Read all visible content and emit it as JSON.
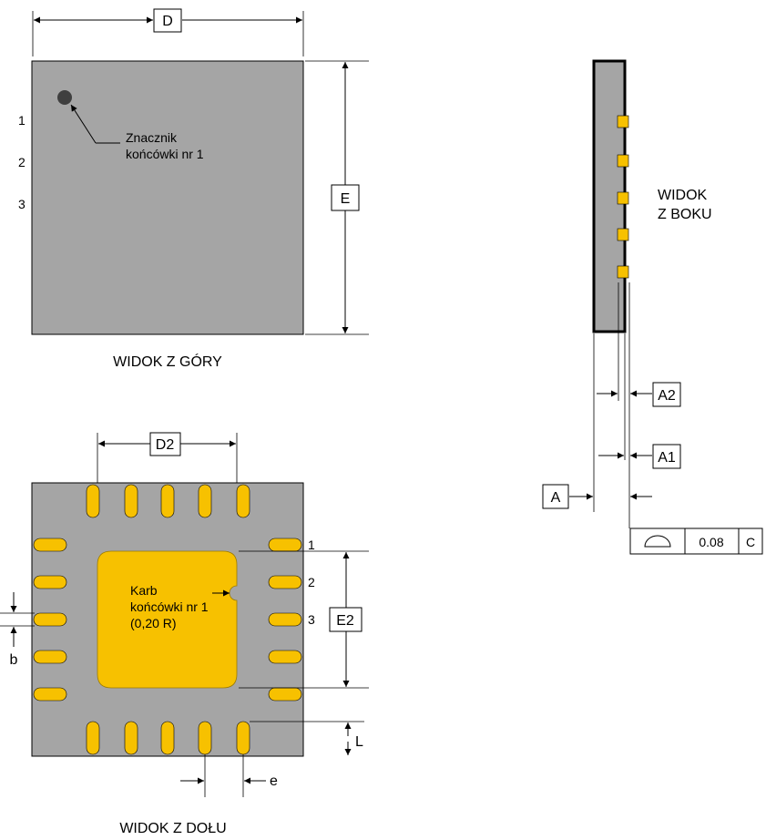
{
  "top_view": {
    "caption": "WIDOK Z GÓRY",
    "dim_width": "D",
    "dim_height": "E",
    "pin1_marker_label": [
      "Znacznik",
      "końcówki nr 1"
    ],
    "pin_numbers": [
      "1",
      "2",
      "3"
    ]
  },
  "side_view": {
    "caption": [
      "WIDOK",
      "Z BOKU"
    ],
    "dim_a2": "A2",
    "dim_a1": "A1",
    "dim_a": "A",
    "tolerance": {
      "symbol": "flatness-icon",
      "value": "0.08",
      "datum": "C"
    }
  },
  "bottom_view": {
    "caption": "WIDOK Z DOŁU",
    "dim_d2": "D2",
    "dim_e2": "E2",
    "dim_b": "b",
    "dim_l": "L",
    "dim_e": "e",
    "notch_label": [
      "Karb",
      "końcówki nr 1",
      "(0,20 R)"
    ],
    "pin_numbers": [
      "1",
      "2",
      "3"
    ]
  },
  "colors": {
    "package_body": "#a5a5a5",
    "pad_gold": "#f7c100",
    "outline": "#000000"
  }
}
